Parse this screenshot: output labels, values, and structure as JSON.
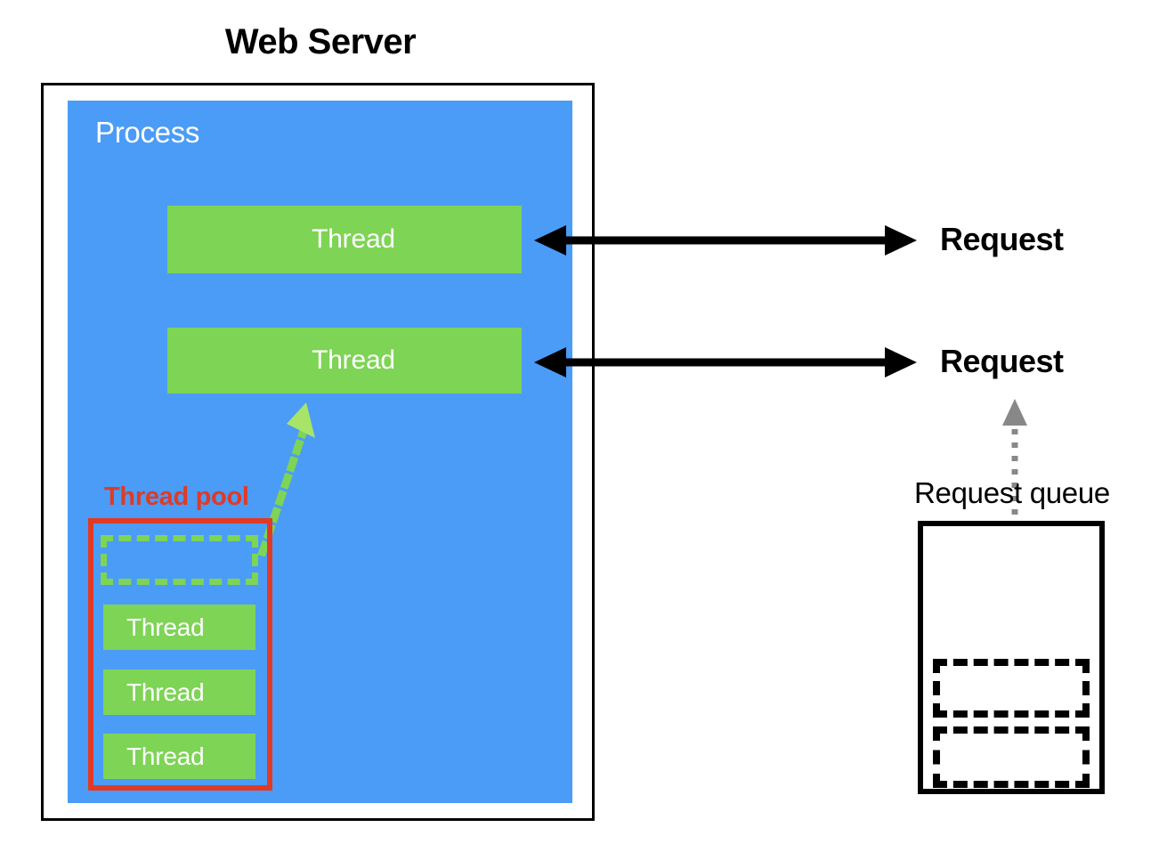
{
  "diagram": {
    "title": "Web Server",
    "process": {
      "label": "Process",
      "active_threads": [
        {
          "label": "Thread"
        },
        {
          "label": "Thread"
        }
      ],
      "thread_pool": {
        "label": "Thread pool",
        "empty_slot_label": "",
        "threads": [
          {
            "label": "Thread"
          },
          {
            "label": "Thread"
          },
          {
            "label": "Thread"
          }
        ]
      }
    },
    "requests": [
      {
        "label": "Request"
      },
      {
        "label": "Request"
      }
    ],
    "request_queue": {
      "label": "Request queue",
      "queued_items": [
        {
          "label": ""
        },
        {
          "label": ""
        }
      ]
    },
    "icons": {
      "request_arrow": "double-headed-arrow-icon",
      "dispatch_arrow": "green-dotted-arrow-icon",
      "dequeue_arrow": "gray-dotted-arrow-icon"
    },
    "colors": {
      "process_blue": "#4a9cf6",
      "thread_green": "#7ed455",
      "pool_red": "#e03a26",
      "queue_black": "#000000",
      "dequeue_gray": "#888888",
      "background": "#ffffff"
    }
  }
}
